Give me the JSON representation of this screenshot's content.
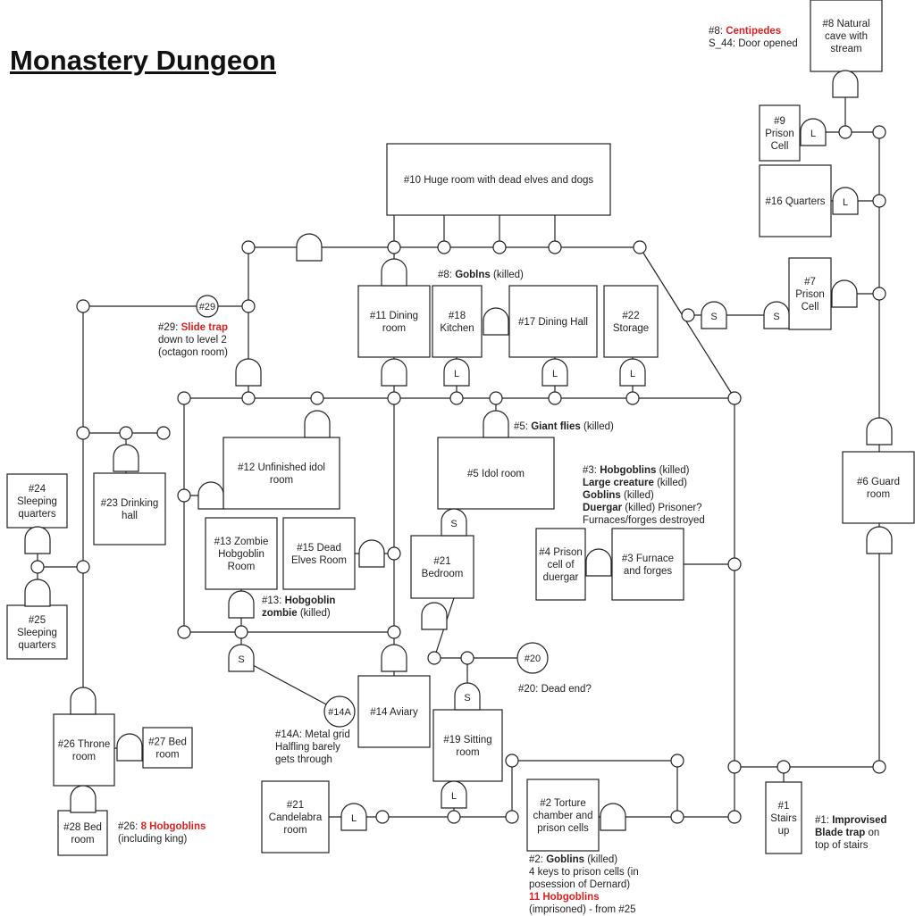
{
  "title": "Monastery Dungeon",
  "colors": {
    "line": "#222222",
    "highlight": "#e02020",
    "background": "#ffffff"
  },
  "rooms": [
    {
      "id": "r8",
      "lines": [
        "#8 Natural",
        "cave with",
        "stream"
      ]
    },
    {
      "id": "r9",
      "lines": [
        "#9",
        "Prison",
        "Cell"
      ]
    },
    {
      "id": "r16",
      "lines": [
        "#16 Quarters"
      ]
    },
    {
      "id": "r10",
      "lines": [
        "#10 Huge room with dead elves and dogs"
      ]
    },
    {
      "id": "r7",
      "lines": [
        "#7",
        "Prison",
        "Cell"
      ]
    },
    {
      "id": "r11",
      "lines": [
        "#11 Dining",
        "room"
      ]
    },
    {
      "id": "r18",
      "lines": [
        "#18",
        "Kitchen"
      ]
    },
    {
      "id": "r17",
      "lines": [
        "#17 Dining Hall"
      ]
    },
    {
      "id": "r22",
      "lines": [
        "#22",
        "Storage"
      ]
    },
    {
      "id": "r12",
      "lines": [
        "#12 Unfinished idol",
        "room"
      ]
    },
    {
      "id": "r5",
      "lines": [
        "#5 Idol room"
      ]
    },
    {
      "id": "r6",
      "lines": [
        "#6 Guard",
        "room"
      ]
    },
    {
      "id": "r24",
      "lines": [
        "#24",
        "Sleeping",
        "quarters"
      ]
    },
    {
      "id": "r23",
      "lines": [
        "#23 Drinking",
        "hall"
      ]
    },
    {
      "id": "r13",
      "lines": [
        "#13 Zombie",
        "Hobgoblin",
        "Room"
      ]
    },
    {
      "id": "r15",
      "lines": [
        "#15 Dead",
        "Elves Room"
      ]
    },
    {
      "id": "r21b",
      "lines": [
        "#21",
        "Bedroom"
      ]
    },
    {
      "id": "r4",
      "lines": [
        "#4 Prison",
        "cell of",
        "duergar"
      ]
    },
    {
      "id": "r3",
      "lines": [
        "#3 Furnace",
        "and forges"
      ]
    },
    {
      "id": "r25",
      "lines": [
        "#25",
        "Sleeping",
        "quarters"
      ]
    },
    {
      "id": "r14",
      "lines": [
        "#14 Aviary"
      ]
    },
    {
      "id": "r19",
      "lines": [
        "#19 Sitting",
        "room"
      ]
    },
    {
      "id": "r26",
      "lines": [
        "#26 Throne",
        "room"
      ]
    },
    {
      "id": "r27",
      "lines": [
        "#27 Bed",
        "room"
      ]
    },
    {
      "id": "r21c",
      "lines": [
        "#21",
        "Candelabra",
        "room"
      ]
    },
    {
      "id": "r2",
      "lines": [
        "#2 Torture",
        "chamber and",
        "prison cells"
      ]
    },
    {
      "id": "r1",
      "lines": [
        "#1",
        "Stairs",
        "up"
      ]
    },
    {
      "id": "r28",
      "lines": [
        "#28 Bed",
        "room"
      ]
    }
  ],
  "markers": [
    {
      "id": "m29",
      "label": "#29"
    },
    {
      "id": "m20",
      "label": "#20"
    },
    {
      "id": "m14a",
      "label": "#14A"
    }
  ],
  "door_labels": {
    "locked": "L",
    "secret": "S"
  },
  "notes": [
    {
      "id": "n8",
      "lines": [
        [
          {
            "t": "#8: "
          },
          {
            "t": "Centipedes",
            "s": "red"
          }
        ],
        [
          {
            "t": "S_44: Door opened"
          }
        ]
      ]
    },
    {
      "id": "n8g",
      "lines": [
        [
          {
            "t": "#8: "
          },
          {
            "t": "Goblns",
            "s": "bold"
          },
          {
            "t": " (killed)"
          }
        ]
      ]
    },
    {
      "id": "n29",
      "lines": [
        [
          {
            "t": "#29: "
          },
          {
            "t": "Slide trap",
            "s": "red"
          }
        ],
        [
          {
            "t": "down to level 2"
          }
        ],
        [
          {
            "t": "(octagon room)"
          }
        ]
      ]
    },
    {
      "id": "n5",
      "lines": [
        [
          {
            "t": "#5: "
          },
          {
            "t": "Giant flies",
            "s": "bold"
          },
          {
            "t": " (killed)"
          }
        ]
      ]
    },
    {
      "id": "n3",
      "lines": [
        [
          {
            "t": "#3: "
          },
          {
            "t": "Hobgoblins",
            "s": "bold"
          },
          {
            "t": " (killed)"
          }
        ],
        [
          {
            "t": "Large creature",
            "s": "bold"
          },
          {
            "t": " (killed)"
          }
        ],
        [
          {
            "t": "Goblins",
            "s": "bold"
          },
          {
            "t": " (killed)"
          }
        ],
        [
          {
            "t": "Duergar",
            "s": "bold"
          },
          {
            "t": " (killed) Prisoner?"
          }
        ],
        [
          {
            "t": "Furnaces/forges destroyed"
          }
        ]
      ]
    },
    {
      "id": "n13",
      "lines": [
        [
          {
            "t": "#13: "
          },
          {
            "t": "Hobgoblin",
            "s": "bold"
          }
        ],
        [
          {
            "t": "zombie",
            "s": "bold"
          },
          {
            "t": " (killed)"
          }
        ]
      ]
    },
    {
      "id": "n20",
      "lines": [
        [
          {
            "t": "#20: Dead end?"
          }
        ]
      ]
    },
    {
      "id": "n14a",
      "lines": [
        [
          {
            "t": "#14A: Metal grid"
          }
        ],
        [
          {
            "t": "Halfling barely"
          }
        ],
        [
          {
            "t": "gets through"
          }
        ]
      ]
    },
    {
      "id": "n26",
      "lines": [
        [
          {
            "t": "#26: "
          },
          {
            "t": "8 Hobgoblins",
            "s": "red"
          }
        ],
        [
          {
            "t": "(including king)"
          }
        ]
      ]
    },
    {
      "id": "n1",
      "lines": [
        [
          {
            "t": "#1: "
          },
          {
            "t": "Improvised",
            "s": "bold"
          }
        ],
        [
          {
            "t": "Blade trap",
            "s": "bold"
          },
          {
            "t": " on"
          }
        ],
        [
          {
            "t": "top of stairs"
          }
        ]
      ]
    },
    {
      "id": "n2",
      "lines": [
        [
          {
            "t": "#2: "
          },
          {
            "t": "Goblins",
            "s": "bold"
          },
          {
            "t": " (killed)"
          }
        ],
        [
          {
            "t": "4 keys to prison cells (in"
          }
        ],
        [
          {
            "t": "posession of Dernard)"
          }
        ],
        [
          {
            "t": "11 Hobgoblins",
            "s": "red"
          }
        ],
        [
          {
            "t": "(imprisoned) - from #25"
          }
        ]
      ]
    }
  ]
}
